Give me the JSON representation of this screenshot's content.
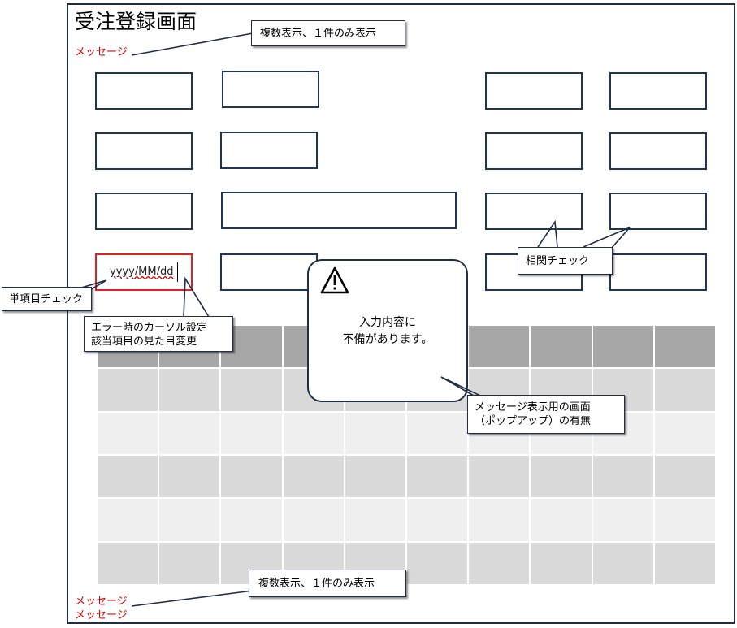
{
  "screen": {
    "title": "受注登録画面"
  },
  "messages": {
    "top": "メッセージ",
    "bottom_1": "メッセージ",
    "bottom_2": "メッセージ"
  },
  "form": {
    "date_field_value": "yyyy/MM/dd"
  },
  "popup": {
    "icon": "warning-triangle-icon",
    "line_1": "入力内容に",
    "line_2": "不備があります。"
  },
  "callouts": {
    "top_message": "複数表示、１件のみ表示",
    "bottom_message": "複数表示、１件のみ表示",
    "correlation_check": "相関チェック",
    "single_item_check": "単項目チェック",
    "error_cursor_line_1": "エラー時のカーソル設定",
    "error_cursor_line_2": "該当項目の見た目変更",
    "popup_note_line_1": "メッセージ表示用の画面",
    "popup_note_line_2": "（ポップアップ）の有無"
  },
  "colors": {
    "frame": "#1f2d45",
    "error": "#e00000",
    "table_header": "#a6a6a6",
    "table_row_dark": "#d9d9d9",
    "table_row_light": "#efefef"
  }
}
